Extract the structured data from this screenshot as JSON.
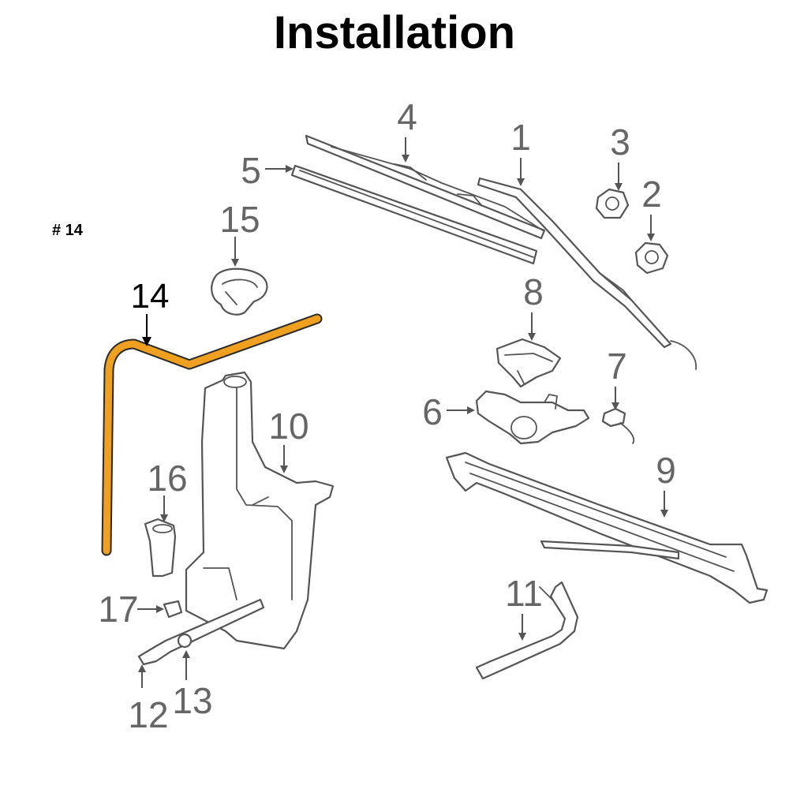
{
  "title": "Installation",
  "note": "# 14",
  "callouts": {
    "c1": "1",
    "c2": "2",
    "c3": "3",
    "c4": "4",
    "c5": "5",
    "c6": "6",
    "c7": "7",
    "c8": "8",
    "c9": "9",
    "c10": "10",
    "c11": "11",
    "c12": "12",
    "c13": "13",
    "c14": "14",
    "c15": "15",
    "c16": "16",
    "c17": "17"
  },
  "colors": {
    "highlight": "#F0A020",
    "line_art": "#555555",
    "callout_text": "#666666"
  }
}
